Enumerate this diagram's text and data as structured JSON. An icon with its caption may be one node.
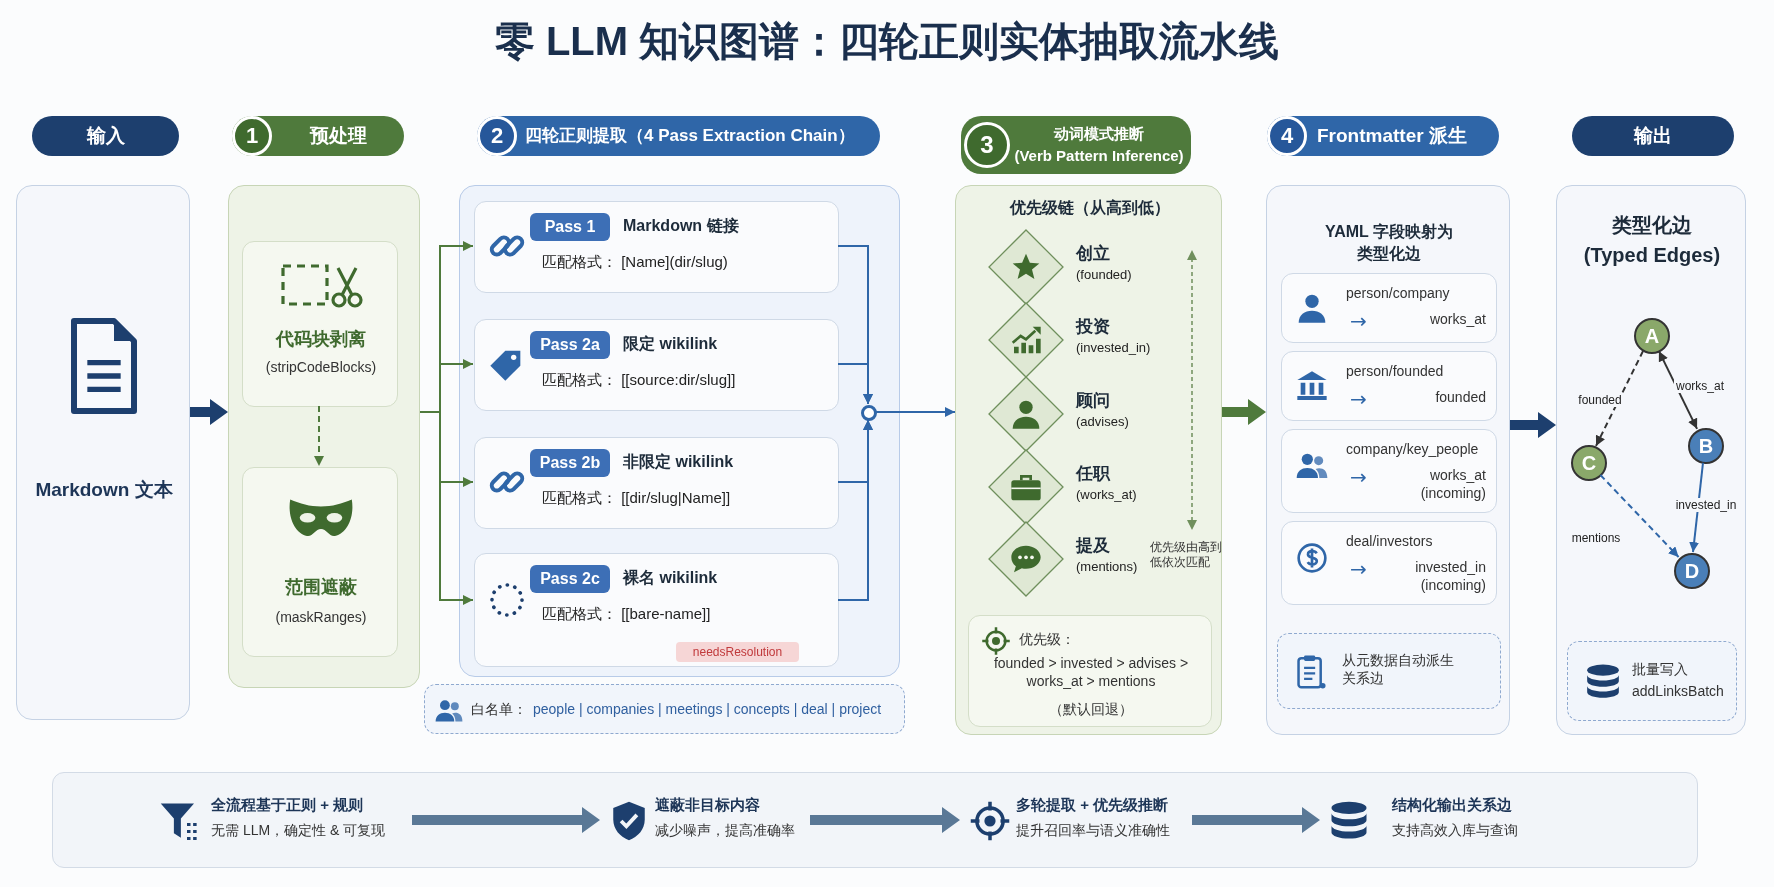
{
  "diagram": {
    "title": "零 LLM 知识图谱：四轮正则实体抽取流水线",
    "nodes": [
      {
        "text": [
          "输入"
        ]
      },
      {
        "text": [
          "1",
          "预处理"
        ]
      },
      {
        "text": [
          "2",
          "四轮正则提取（4 Pass Extraction Chain）"
        ]
      },
      {
        "text": [
          "3",
          "动词模式推断",
          "(Verb Pattern Inference)"
        ]
      },
      {
        "text": [
          "4",
          "Frontmatter 派生"
        ]
      },
      {
        "text": [
          "输出"
        ]
      },
      {
        "text": [
          "Markdown 文本"
        ]
      },
      {
        "text": [],
        "shape": "box"
      },
      {
        "text": [
          "代码块剥离",
          "(stripCodeBlocks)"
        ],
        "in": 7
      },
      {
        "text": [
          "范围遮蔽",
          "(maskRanges)"
        ],
        "in": 7
      },
      {
        "text": [],
        "shape": "box"
      },
      {
        "text": [
          "Pass 1",
          "Markdown 链接",
          "匹配格式： [Name](dir/slug)"
        ],
        "in": 10
      },
      {
        "text": [
          "Pass 2a",
          "限定 wikilink",
          "匹配格式： [[source:dir/slug]]"
        ],
        "in": 10
      },
      {
        "text": [
          "Pass 2b",
          "非限定 wikilink",
          "匹配格式： [[dir/slug|Name]]"
        ],
        "in": 10
      },
      {
        "text": [
          "Pass 2c",
          "裸名 wikilink",
          "匹配格式： [[bare-name]]",
          "needsResolution"
        ],
        "in": 10
      },
      {
        "text": [],
        "shape": "circle",
        "in": 10
      },
      {
        "text": [
          "白名单：",
          "people | companies | meetings | concepts | deal | project"
        ]
      },
      {
        "text": [
          "优先级链（从高到低）"
        ]
      },
      {
        "text": [],
        "shape": "diamond",
        "beside": [
          "创立",
          "(founded)"
        ],
        "in": 17
      },
      {
        "text": [],
        "shape": "diamond",
        "beside": [
          "投资",
          "(invested_in)"
        ],
        "in": 17
      },
      {
        "text": [],
        "shape": "diamond",
        "beside": [
          "顾问",
          "(advises)"
        ],
        "in": 17
      },
      {
        "text": [],
        "shape": "diamond",
        "beside": [
          "任职",
          "(works_at)"
        ],
        "in": 17
      },
      {
        "text": [],
        "shape": "diamond",
        "beside": [
          "提及",
          "(mentions)"
        ],
        "in": 17
      },
      {
        "text": [
          "优先级：",
          "founded > invested > advises > works_at > mentions",
          "（默认回退）"
        ],
        "in": 17
      },
      {
        "text": [
          "YAML 字段映射为",
          "类型化边"
        ]
      },
      {
        "text": [
          "person/company",
          "→",
          "works_at"
        ],
        "in": 24
      },
      {
        "text": [
          "person/founded",
          "→",
          "founded"
        ],
        "in": 24
      },
      {
        "text": [
          "company/key_people",
          "→",
          "works_at (incoming)"
        ],
        "in": 24
      },
      {
        "text": [
          "deal/investors",
          "→",
          "invested_in (incoming)"
        ],
        "in": 24
      },
      {
        "text": [
          "从元数据自动派生关系边"
        ],
        "in": 24
      },
      {
        "text": [
          "类型化边",
          "(Typed Edges)"
        ]
      },
      {
        "text": [
          "A"
        ],
        "in": 30
      },
      {
        "text": [
          "B"
        ],
        "in": 30
      },
      {
        "text": [
          "C"
        ],
        "in": 30
      },
      {
        "text": [
          "D"
        ],
        "in": 30
      },
      {
        "text": [
          "批量写入",
          "addLinksBatch"
        ],
        "in": 30
      },
      {
        "text": [],
        "shape": "box"
      },
      {
        "text": [
          "全流程基于正则 + 规则",
          "无需 LLM，确定性 & 可复现"
        ],
        "in": 36
      },
      {
        "text": [
          "遮蔽非目标内容",
          "减少噪声，提高准确率"
        ],
        "in": 36
      },
      {
        "text": [
          "多轮提取 + 优先级推断",
          "提升召回率与语义准确性"
        ],
        "in": 36
      },
      {
        "text": [
          "结构化输出关系边",
          "支持高效入库与查询"
        ],
        "in": 36
      }
    ],
    "edges": [
      {
        "from": 6,
        "to": 7,
        "arrow": "to",
        "style": "thick",
        "color": "#1d3f6e"
      },
      {
        "from": 7,
        "to": 11,
        "arrow": "to",
        "color": "#4f7a3c"
      },
      {
        "from": 7,
        "to": 12,
        "arrow": "to",
        "color": "#4f7a3c"
      },
      {
        "from": 7,
        "to": 13,
        "arrow": "to",
        "color": "#4f7a3c"
      },
      {
        "from": 7,
        "to": 14,
        "arrow": "to",
        "color": "#4f7a3c"
      },
      {
        "from": 8,
        "to": 9,
        "arrow": "to",
        "style": "dashed",
        "color": "#4f7a3c"
      },
      {
        "from": 11,
        "to": 15,
        "arrow": "to",
        "color": "#2f66a8"
      },
      {
        "from": 12,
        "to": 15,
        "arrow": "to",
        "color": "#2f66a8"
      },
      {
        "from": 13,
        "to": 15,
        "arrow": "to",
        "color": "#2f66a8"
      },
      {
        "from": 14,
        "to": 15,
        "arrow": "to",
        "color": "#2f66a8"
      },
      {
        "from": 15,
        "to": 17,
        "arrow": "to",
        "color": "#2f66a8"
      },
      {
        "from": 17,
        "to": 24,
        "arrow": "to",
        "style": "thick",
        "color": "#4f7a3c"
      },
      {
        "from": 24,
        "to": 30,
        "arrow": "to",
        "style": "thick",
        "color": "#1d3f6e"
      },
      {
        "from": 31,
        "to": 33,
        "arrow": "to",
        "label": "founded",
        "style": "dashed",
        "color": "#333333"
      },
      {
        "from": 31,
        "to": 32,
        "arrow": "both",
        "label": "works_at",
        "color": "#333333"
      },
      {
        "from": 32,
        "to": 34,
        "arrow": "to",
        "label": "invested_in",
        "color": "#2f66a8"
      },
      {
        "from": 33,
        "to": 34,
        "arrow": "to",
        "label": "mentions",
        "style": "dashed",
        "color": "#2f66a8"
      },
      {
        "from": 37,
        "to": 38,
        "arrow": "to",
        "style": "thick",
        "color": "#5a7896"
      },
      {
        "from": 38,
        "to": 39,
        "arrow": "to",
        "style": "thick",
        "color": "#5a7896"
      },
      {
        "from": 39,
        "to": 40,
        "arrow": "to",
        "style": "thick",
        "color": "#5a7896"
      }
    ],
    "labels": [
      "优先级由高到低依次匹配"
    ]
  }
}
